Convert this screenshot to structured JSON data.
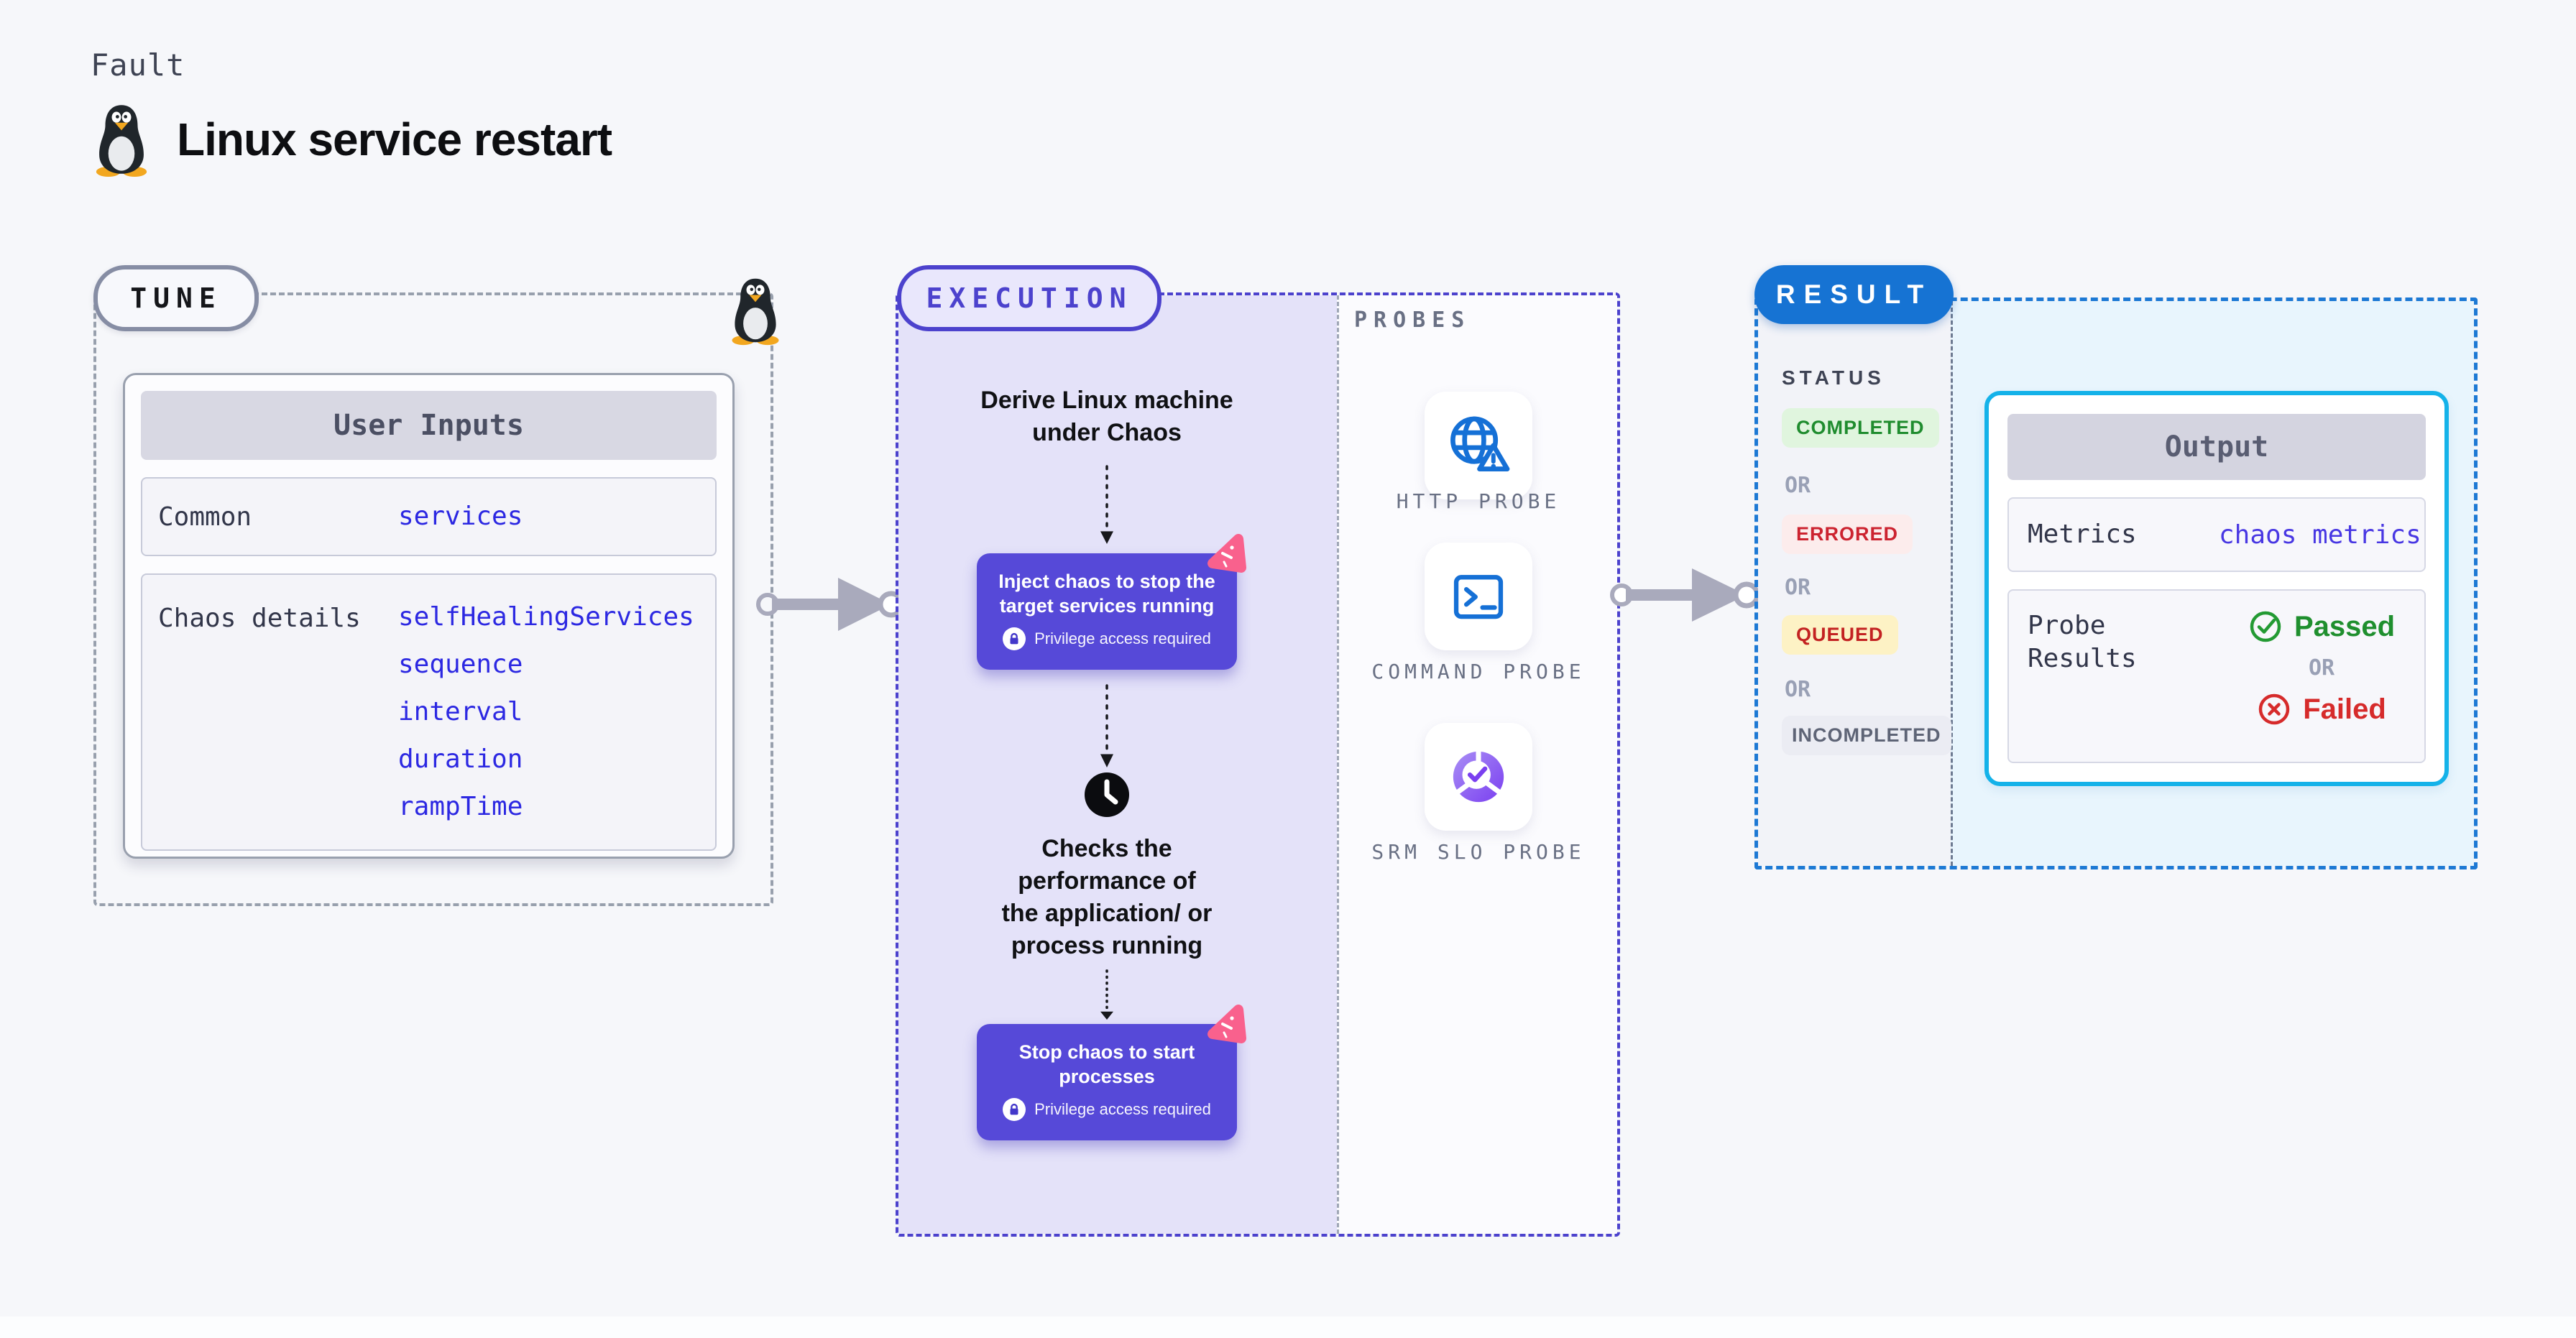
{
  "page": {
    "kicker": "Fault",
    "title": "Linux service restart",
    "background": "#f6f7fa"
  },
  "tune": {
    "badge": "TUNE",
    "user_inputs": {
      "header": "User Inputs",
      "rows": [
        {
          "label": "Common",
          "values": [
            "services"
          ]
        },
        {
          "label": "Chaos details",
          "values": [
            "selfHealingServices",
            "sequence",
            "interval",
            "duration",
            "rampTime"
          ]
        }
      ]
    }
  },
  "execution": {
    "badge": "EXECUTION",
    "step_derive": {
      "line1": "Derive Linux machine",
      "line2": "under Chaos"
    },
    "inject_step": {
      "line1": "Inject chaos to stop the",
      "line2": "target services running",
      "note": "Privilege access required"
    },
    "check_step": {
      "line1": "Checks the",
      "line2": "performance of",
      "line3": "the application/ or",
      "line4": "process running"
    },
    "stop_step": {
      "line1": "Stop chaos to start",
      "line2": "processes",
      "note": "Privilege access required"
    }
  },
  "probes": {
    "label": "PROBES",
    "items": [
      {
        "name": "HTTP PROBE",
        "icon": "globe-alert-icon"
      },
      {
        "name": "COMMAND PROBE",
        "icon": "terminal-icon"
      },
      {
        "name": "SRM SLO PROBE",
        "icon": "slo-check-icon"
      }
    ]
  },
  "result": {
    "badge": "RESULT",
    "status_label": "STATUS",
    "or_label": "OR",
    "statuses": [
      {
        "label": "COMPLETED",
        "color": "#1f8c2e",
        "bg": "#e0f5de"
      },
      {
        "label": "ERRORED",
        "color": "#cc2330",
        "bg": "#fcecec"
      },
      {
        "label": "QUEUED",
        "color": "#c32222",
        "bg": "#fdf2c5"
      },
      {
        "label": "INCOMPLETED",
        "color": "#5e6476",
        "bg": "#ebecf3"
      }
    ],
    "output": {
      "header": "Output",
      "metrics_label": "Metrics",
      "metrics_value": "chaos metrics",
      "probe_results_line1": "Probe",
      "probe_results_line2": "Results",
      "passed_label": "Passed",
      "or_label": "OR",
      "failed_label": "Failed"
    }
  },
  "colors": {
    "accent_indigo": "#4c42cd",
    "button_indigo": "#5649d8",
    "result_blue": "#1673d3",
    "output_border_cyan": "#14b2e9",
    "link_blue": "#2c28e2",
    "passed_green": "#1f8f2e",
    "failed_red": "#d62b2b",
    "arrow_gray": "#a9aabc",
    "chaos_pink": "#f9618d",
    "probe_icon_blue": "#1570d6"
  }
}
